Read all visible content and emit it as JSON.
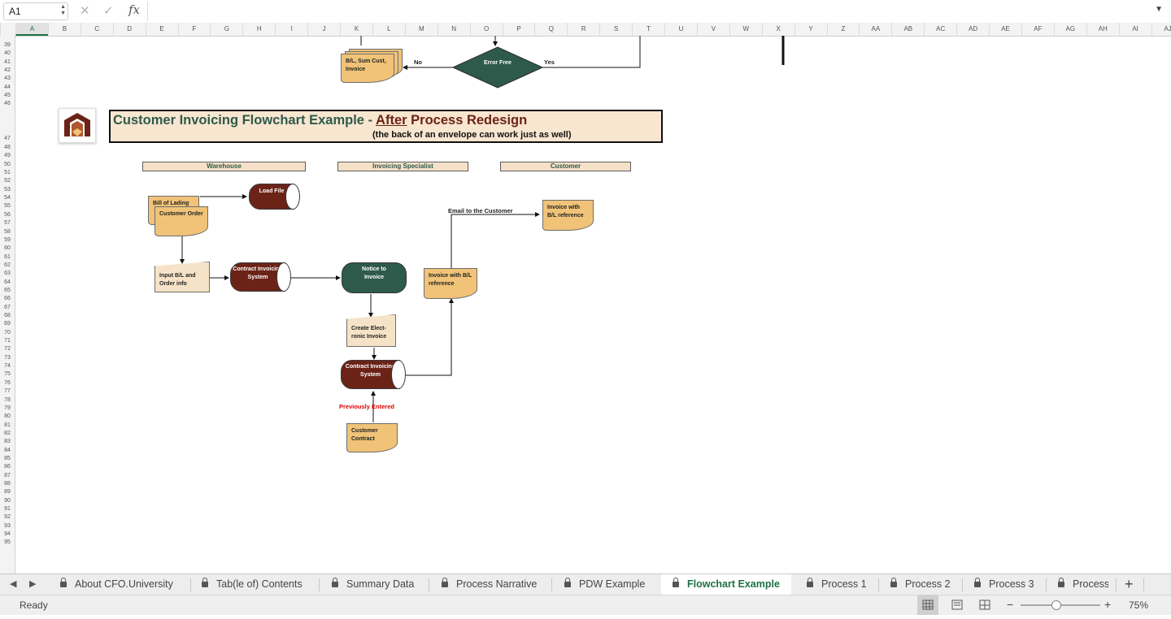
{
  "formula_bar": {
    "cell_ref": "A1",
    "cancel_icon": "✕",
    "confirm_icon": "✓",
    "fx_label": "fx",
    "formula_value": ""
  },
  "columns": [
    "A",
    "B",
    "C",
    "D",
    "E",
    "F",
    "G",
    "H",
    "I",
    "J",
    "K",
    "L",
    "M",
    "N",
    "O",
    "P",
    "Q",
    "R",
    "S",
    "T",
    "U",
    "V",
    "W",
    "X",
    "Y",
    "Z",
    "AA",
    "AB",
    "AC",
    "AD",
    "AE",
    "AF",
    "AG",
    "AH",
    "AI",
    "AJ"
  ],
  "rows": [
    "39",
    "40",
    "41",
    "42",
    "43",
    "44",
    "45",
    "46",
    "47",
    "48",
    "49",
    "50",
    "51",
    "52",
    "53",
    "54",
    "55",
    "56",
    "57",
    "58",
    "59",
    "60",
    "61",
    "62",
    "63",
    "64",
    "65",
    "66",
    "67",
    "68",
    "69",
    "70",
    "71",
    "72",
    "73",
    "74",
    "75",
    "76",
    "77",
    "78",
    "79",
    "80",
    "81",
    "82",
    "83",
    "84",
    "85",
    "86",
    "87",
    "88",
    "89",
    "90",
    "91",
    "92",
    "93",
    "94",
    "95"
  ],
  "top_flow": {
    "doc_label": "B/L, Sum Cust, Invoice",
    "decision_label": "Error Free",
    "no_label": "No",
    "yes_label": "Yes"
  },
  "title_banner": {
    "title_part1": "Customer Invoicing Flowchart Example -",
    "title_after": "After",
    "title_part2": "Process Redesign",
    "subtitle": "(the back of an envelope can work just as well)",
    "colors": {
      "green": "#2e5a4b",
      "brown": "#6b2317",
      "banner_bg": "#f8e6d0"
    }
  },
  "lanes": {
    "warehouse": "Warehouse",
    "invoicing": "Invoicing Specialist",
    "customer": "Customer"
  },
  "flow": {
    "bill_of_lading": "Bill of Lading",
    "customer_order": "Customer Order",
    "load_file": "Load File",
    "input_bl": "Input B/L and Order info",
    "contract_system_1": "Contract Invoicing System",
    "notice": "Notice to Invoice",
    "create_invoice": "Create Elect-ronic Invoice",
    "contract_system_2": "Contract Invoicing System",
    "previously_entered": "Previously Entered",
    "customer_contract": "Customer Contract",
    "invoice_bl_1": "Invoice with B/L reference",
    "email_label": "Email to the Customer",
    "invoice_bl_2": "Invoice with B/L reference"
  },
  "tabs": [
    {
      "label": "About CFO.University",
      "active": false
    },
    {
      "label": "Tab(le of) Contents",
      "active": false
    },
    {
      "label": "Summary Data",
      "active": false
    },
    {
      "label": "Process Narrative",
      "active": false
    },
    {
      "label": "PDW Example",
      "active": false
    },
    {
      "label": "Flowchart Example",
      "active": true
    },
    {
      "label": "Process 1",
      "active": false
    },
    {
      "label": "Process 2",
      "active": false
    },
    {
      "label": "Process 3",
      "active": false
    },
    {
      "label": "Process",
      "active": false
    }
  ],
  "add_sheet": "+",
  "status": {
    "ready": "Ready",
    "zoom": "75%",
    "zoom_level": 0.75,
    "zoom_minus": "−",
    "zoom_plus": "+"
  }
}
